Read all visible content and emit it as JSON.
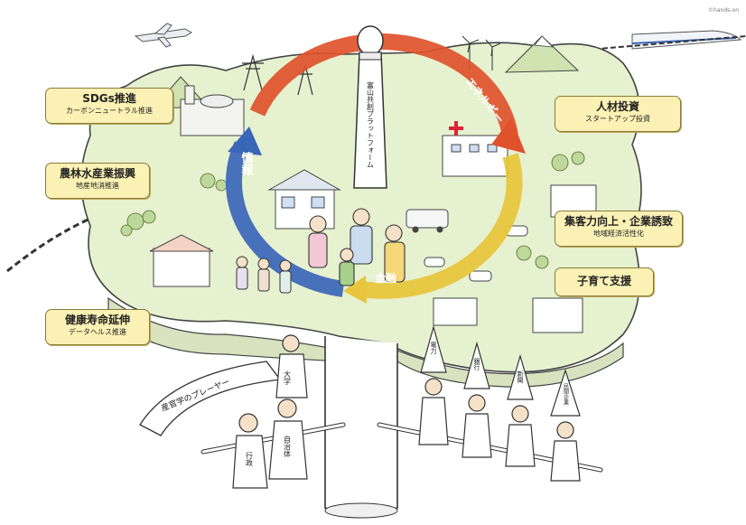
{
  "credit": "©hands-on",
  "center_tower": {
    "label": "富山共創プラットフォーム"
  },
  "cycle": {
    "energy_label": "エネルギー",
    "info_label": "情報",
    "finance_label": "金融",
    "colors": {
      "energy": "#e0522b",
      "info": "#3a66b8",
      "finance": "#e8c53a"
    }
  },
  "callouts": {
    "sdgs": {
      "title": "SDGs推進",
      "subtitle": "カーボンニュートラル推進"
    },
    "agri": {
      "title": "農林水産業振興",
      "subtitle": "地産地消推進"
    },
    "health": {
      "title": "健康寿命延伸",
      "subtitle": "データヘルス推進"
    },
    "talent": {
      "title": "人材投資",
      "subtitle": "スタートアップ投資"
    },
    "business": {
      "title": "集客力向上・企業誘致",
      "subtitle": "地域経済活性化"
    },
    "childcare": {
      "title": "子育て支援"
    }
  },
  "players_banner": {
    "text": "産官学のプレーヤー"
  },
  "people_signs": {
    "university": "大学",
    "government": "行政",
    "municipality": "自治体",
    "power": "電力",
    "bank": "銀行",
    "newspaper": "新聞",
    "company": "民間企業"
  }
}
